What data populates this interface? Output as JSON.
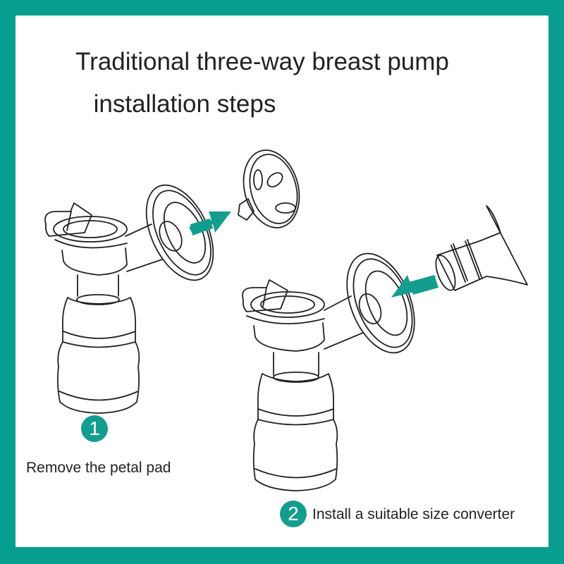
{
  "frame": {
    "border_color": "#079e8f",
    "background": "#ffffff"
  },
  "header": {
    "title_line1": "Traditional three-way breast pump",
    "title_line2": "installation steps"
  },
  "steps": [
    {
      "number": "1",
      "caption": "Remove the petal pad",
      "badge_color": "#139d8e",
      "arrow_direction": "right"
    },
    {
      "number": "2",
      "caption": "Install a suitable size converter",
      "badge_color": "#139d8e",
      "arrow_direction": "left"
    }
  ],
  "illustrations": {
    "step1": [
      "pump-body",
      "flange",
      "petal-pad",
      "arrow-right-icon"
    ],
    "step2": [
      "pump-body",
      "flange",
      "size-converter",
      "arrow-left-icon"
    ]
  }
}
